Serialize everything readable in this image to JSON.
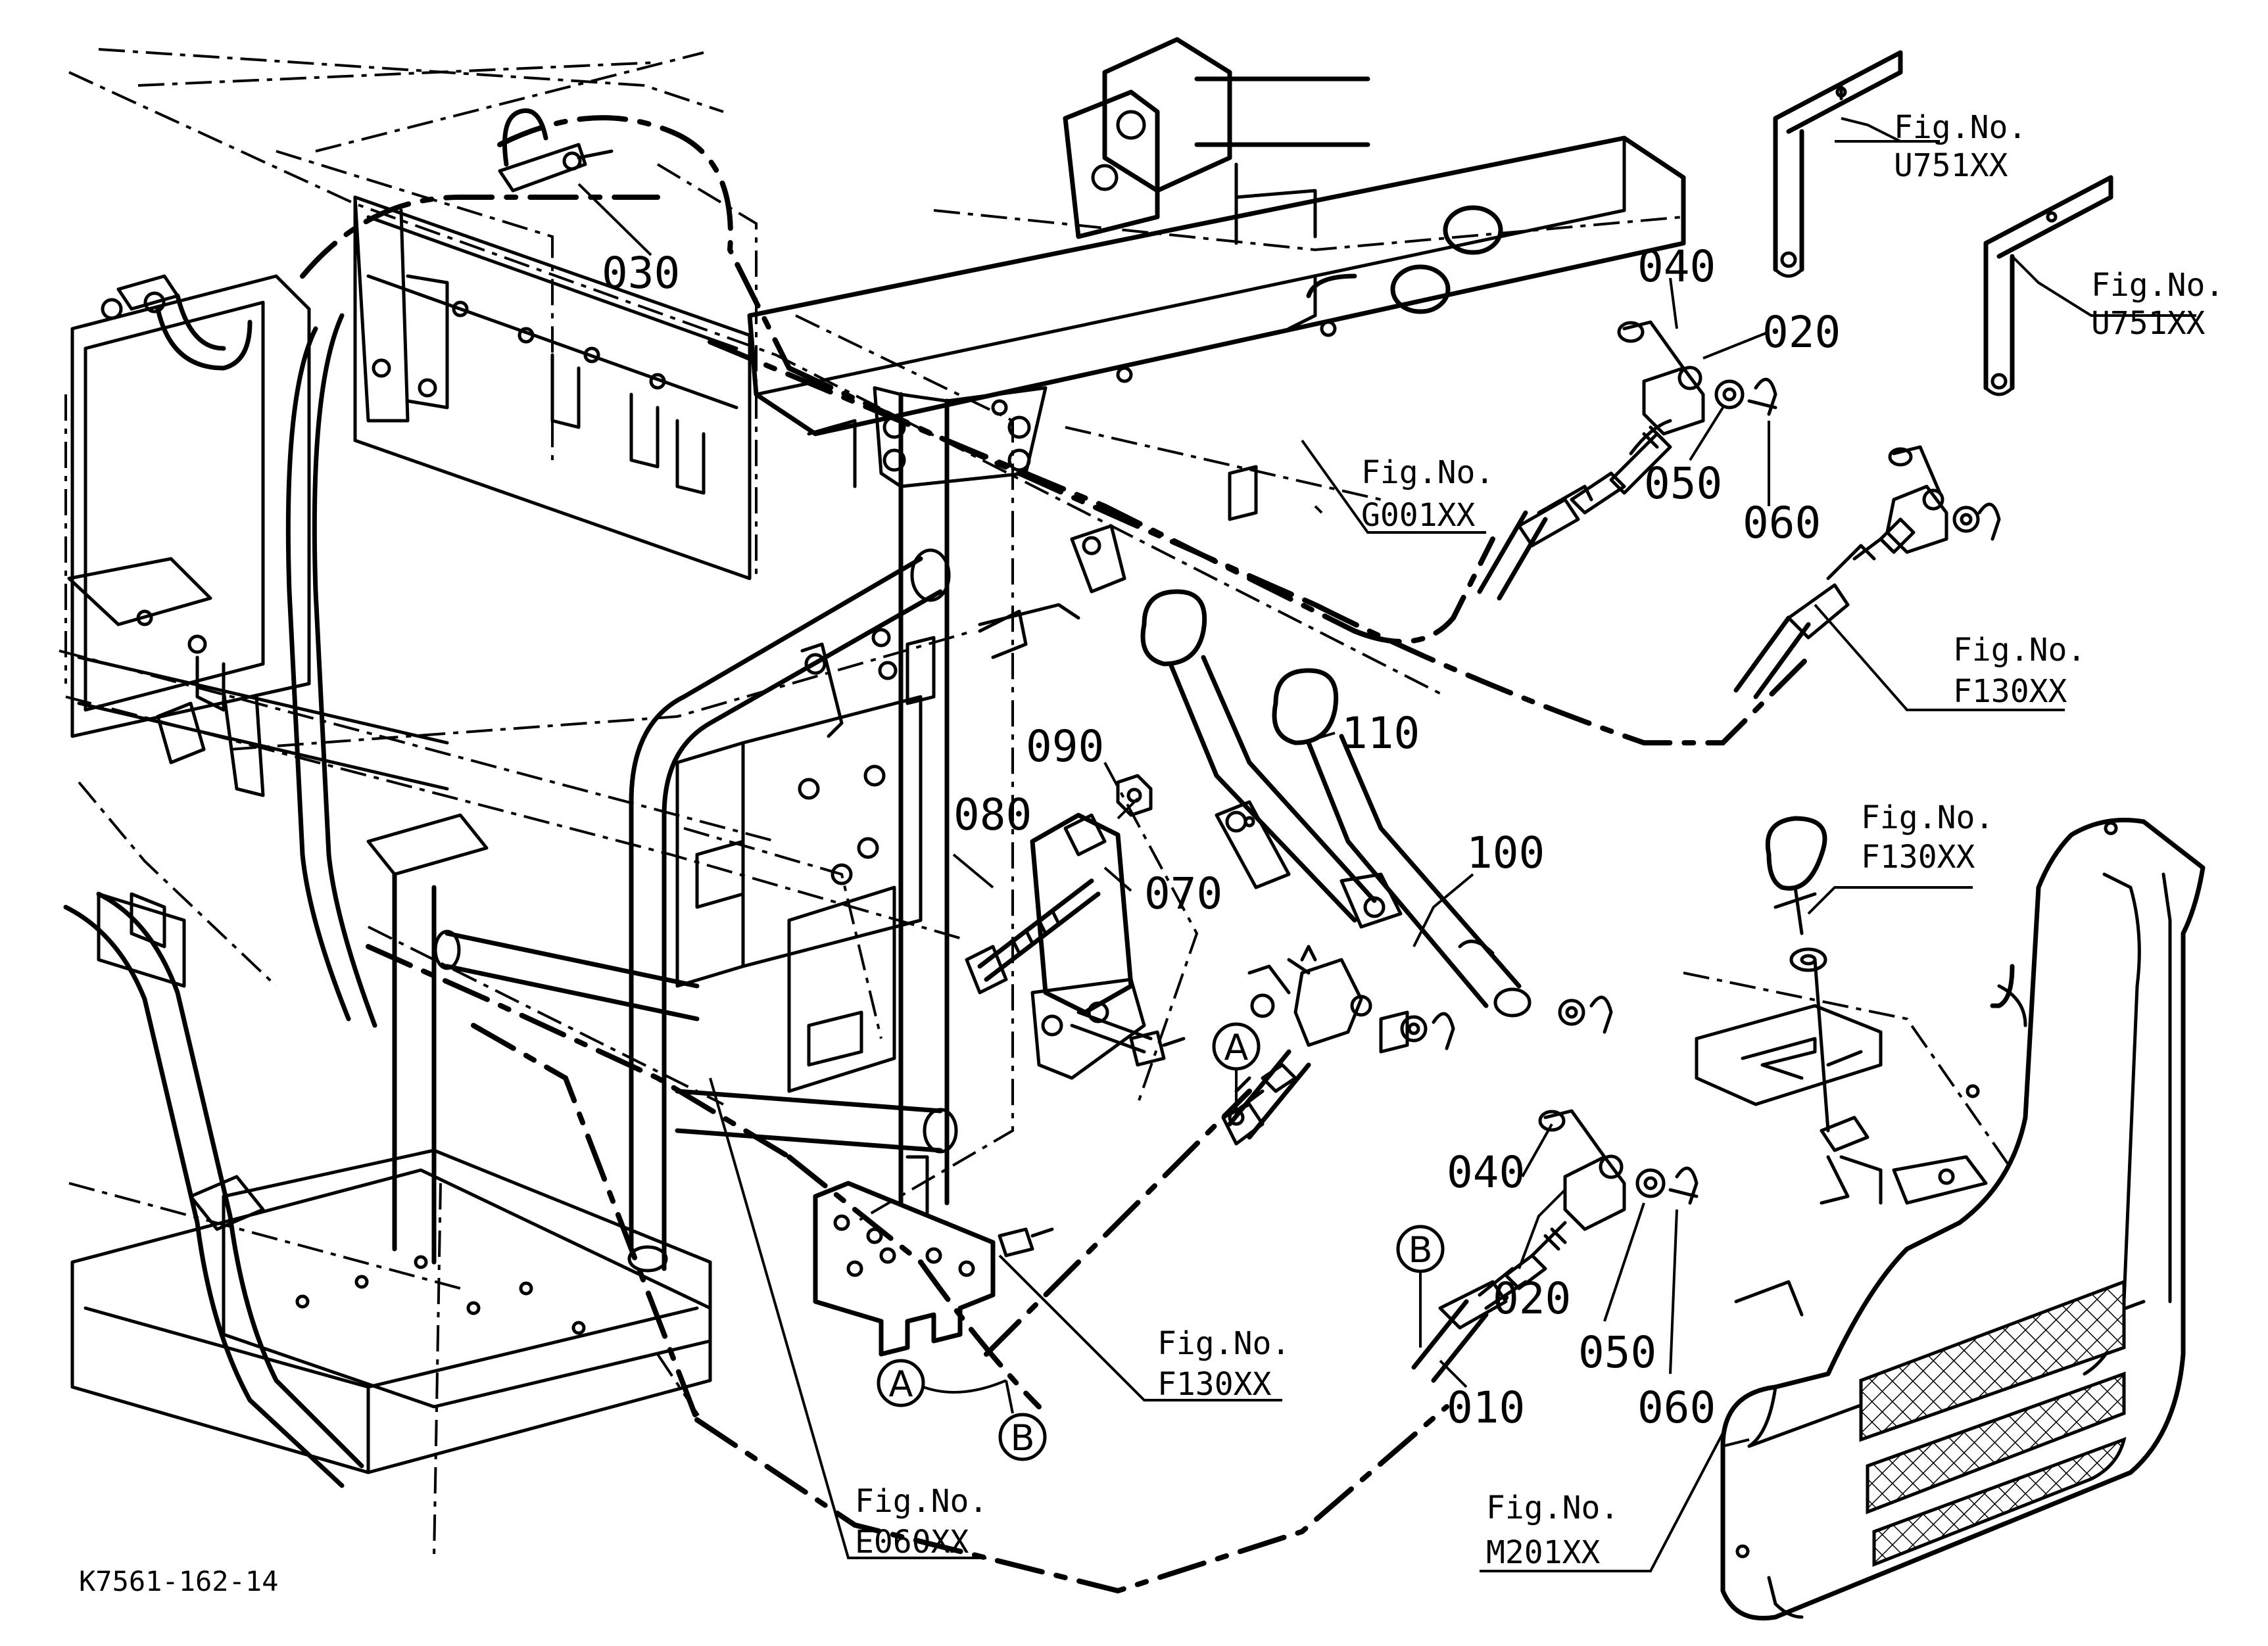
{
  "diagram_code": "K7561-162-14",
  "part_numbers": {
    "p010": "010",
    "p020a": "020",
    "p020b": "020",
    "p030": "030",
    "p040a": "040",
    "p040b": "040",
    "p050a": "050",
    "p050b": "050",
    "p060a": "060",
    "p060b": "060",
    "p070": "070",
    "p080": "080",
    "p090": "090",
    "p100": "100",
    "p110": "110"
  },
  "figure_refs": {
    "fig_label": "Fig.No.",
    "u751_a": "U751XX",
    "u751_b": "U751XX",
    "g001": "G001XX",
    "f130_a": "F130XX",
    "f130_b": "F130XX",
    "f130_c": "F130XX",
    "e060": "E060XX",
    "m201": "M201XX"
  },
  "connectors": {
    "a": "A",
    "b": "B"
  }
}
